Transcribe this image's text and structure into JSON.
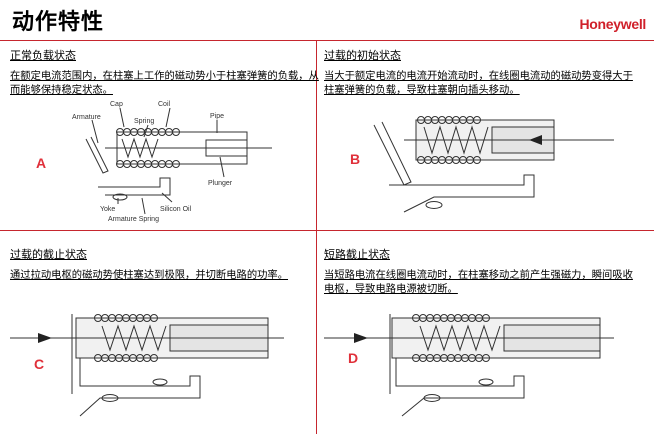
{
  "page": {
    "title": "动作特性",
    "brand": "Honeywell"
  },
  "quadrants": [
    {
      "heading": "正常负载状态",
      "description": "在额定电流范围内，在柱塞上工作的磁动势小于柱塞弹簧的负载，从而能够保持稳定状态。",
      "letter": "A",
      "labels": {
        "cap": "Cap",
        "coil": "Coil",
        "armature": "Armature",
        "spring": "Spring",
        "pipe": "Pipe",
        "plunger": "Plunger",
        "yoke": "Yoke",
        "silicon_oil": "Silicon Oil",
        "armature_spring": "Armature Spring"
      }
    },
    {
      "heading": "过载的初始状态",
      "description": "当大于额定电流的电流开始流动时，在线圈电流动的磁动势变得大于柱塞弹簧的负载，导致柱塞朝向插头移动。",
      "letter": "B"
    },
    {
      "heading": "过载的截止状态",
      "description": "通过拉动电枢的磁动势使柱塞达到极限，并切断电路的功率。",
      "letter": "C"
    },
    {
      "heading": "短路截止状态",
      "description": "当短路电流在线圈电流动时，在柱塞移动之前产生强磁力，瞬间吸收电枢，导致电路电源被切断。",
      "letter": "D"
    }
  ]
}
